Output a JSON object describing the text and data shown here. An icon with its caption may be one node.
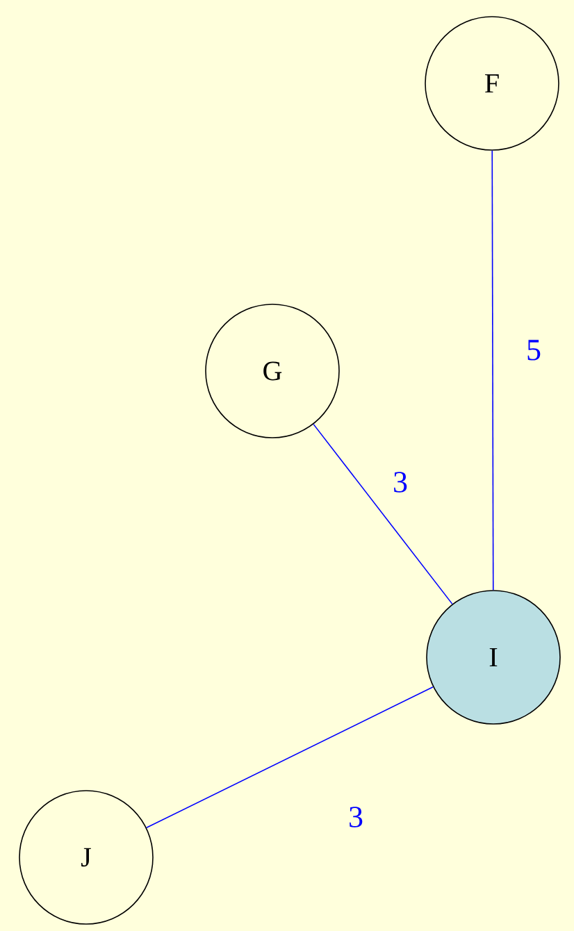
{
  "diagram": {
    "nodes": [
      {
        "text": [
          "F"
        ]
      },
      {
        "text": [
          "G"
        ]
      },
      {
        "text": [
          "I"
        ]
      },
      {
        "text": [
          "J"
        ]
      }
    ],
    "edges": [
      {
        "from": 2,
        "to": 0,
        "arrow": "none",
        "label": "5"
      },
      {
        "from": 1,
        "to": 2,
        "arrow": "none",
        "label": "3"
      },
      {
        "from": 2,
        "to": 3,
        "arrow": "none",
        "label": "3"
      }
    ]
  }
}
